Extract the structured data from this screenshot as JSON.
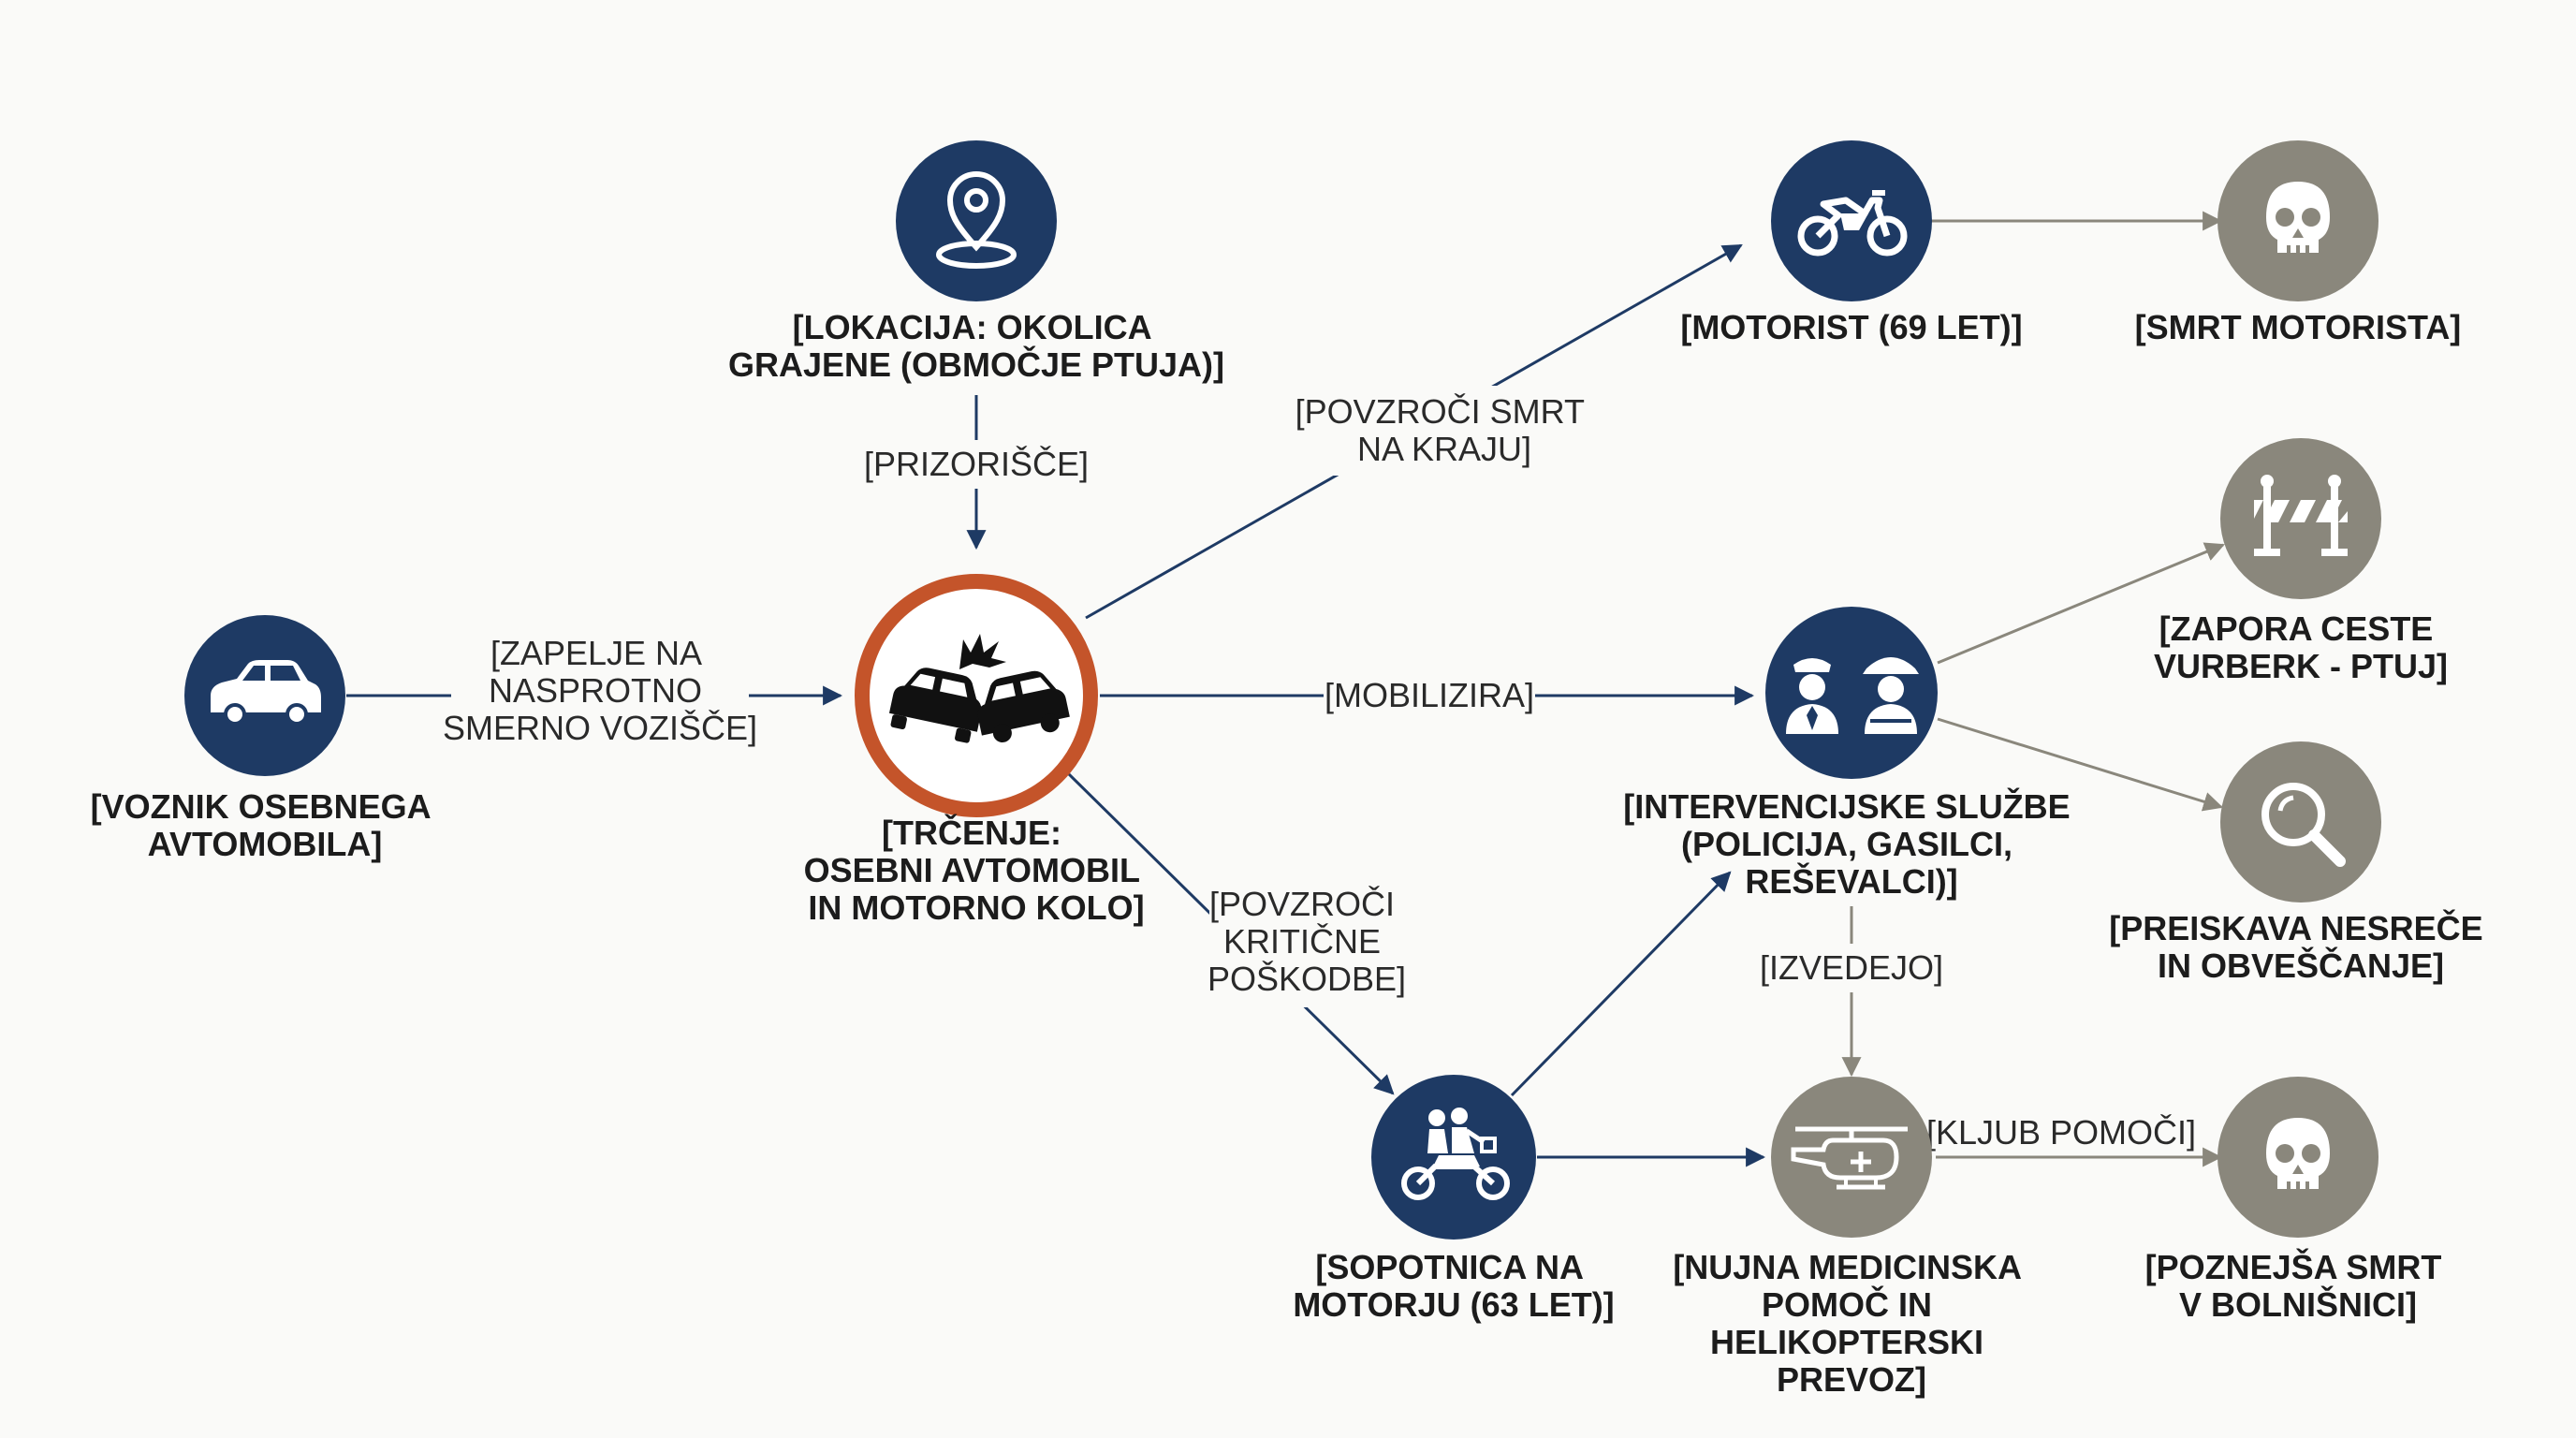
{
  "colors": {
    "navy": "#1e3a64",
    "gray": "#8a877c",
    "accent": "#c4542a",
    "navy_line": "#1e3a64",
    "gray_line": "#8a877c"
  },
  "nodes": {
    "location": {
      "icon": "location-pin-icon",
      "lines": [
        "[LOKACIJA: OKOLICA",
        "GRAJENE (OBMOČJE PTUJA)]"
      ]
    },
    "driver": {
      "icon": "car-icon",
      "lines": [
        "[VOZNIK OSEBNEGA",
        "AVTOMOBILA]"
      ]
    },
    "crash": {
      "icon": "car-crash-icon",
      "lines": [
        "[TRČENJE:",
        "OSEBNI AVTOMOBIL",
        "IN MOTORNO KOLO]"
      ]
    },
    "motorist": {
      "icon": "motorcycle-icon",
      "lines": [
        "[MOTORIST (69 LET)]"
      ]
    },
    "motorist_death": {
      "icon": "skull-icon",
      "lines": [
        "[SMRT MOTORISTA]"
      ]
    },
    "services": {
      "icon": "police-firefighter-icon",
      "lines": [
        "[INTERVENCIJSKE SLUŽBE",
        "(POLICIJA, GASILCI,",
        "REŠEVALCI)]"
      ]
    },
    "road_closure": {
      "icon": "road-barrier-icon",
      "lines": [
        "[ZAPORA CESTE",
        "VURBERK - PTUJ]"
      ]
    },
    "investigation": {
      "icon": "magnifier-icon",
      "lines": [
        "[PREISKAVA NESREČE",
        "IN OBVEŠČANJE]"
      ]
    },
    "passenger": {
      "icon": "motorbike-riders-icon",
      "lines": [
        "[SOPOTNICA NA",
        "MOTORJU (63 LET)]"
      ]
    },
    "medical": {
      "icon": "helicopter-icon",
      "lines": [
        "[NUJNA MEDICINSKA",
        "POMOČ IN",
        "HELIKOPTERSKI",
        "PREVOZ]"
      ]
    },
    "late_death": {
      "icon": "skull-icon",
      "lines": [
        "[POZNEJŠA SMRT",
        "V BOLNIŠNICI]"
      ]
    }
  },
  "edges": {
    "prizorisce": [
      "[PRIZORIŠČE]"
    ],
    "zapelje": [
      "[ZAPELJE NA",
      "NASPROTNO",
      "SMERNO VOZIŠČE]"
    ],
    "smrt_kraj": [
      "[POVZROČI SMRT",
      "NA KRAJU]"
    ],
    "mobilizira": [
      "[MOBILIZIRA]"
    ],
    "poskodbe": [
      "[POVZROČI",
      "KRITIČNE",
      "POŠKODBE]"
    ],
    "izvedejo": [
      "[IZVEDEJO]"
    ],
    "kljub": [
      "[KLJUB POMOČI]"
    ]
  }
}
